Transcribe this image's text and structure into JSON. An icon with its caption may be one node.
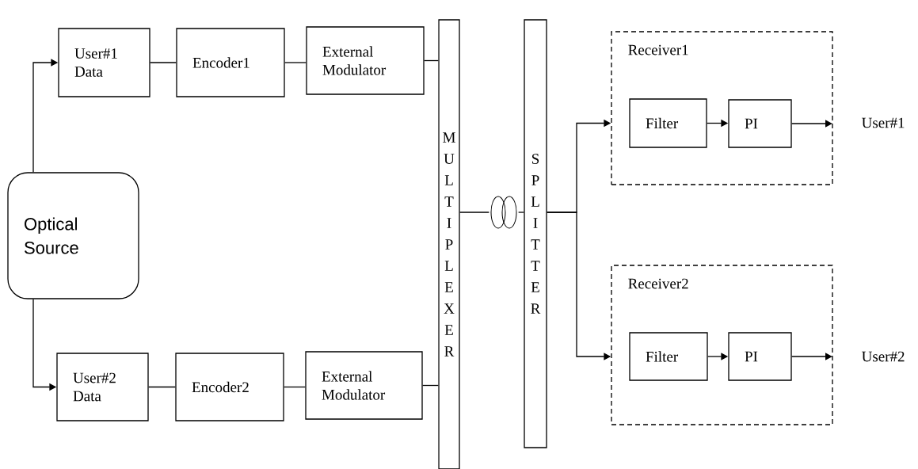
{
  "diagram": {
    "nodes": [
      {
        "text": [
          "Optical Source"
        ]
      },
      {
        "text": [
          "User#1 Data"
        ]
      },
      {
        "text": [
          "Encoder1"
        ]
      },
      {
        "text": [
          "External Modulator"
        ]
      },
      {
        "text": [
          "User#2 Data"
        ]
      },
      {
        "text": [
          "Encoder2"
        ]
      },
      {
        "text": [
          "External Modulator"
        ]
      },
      {
        "text": [
          "M U L T I P L E X E R"
        ]
      },
      {
        "text": [],
        "shape": "coil"
      },
      {
        "text": [
          "S P L I T T E R"
        ]
      },
      {
        "text": [
          "Receiver1"
        ]
      },
      {
        "text": [
          "Filter"
        ],
        "in": 10
      },
      {
        "text": [
          "PI"
        ],
        "in": 10
      },
      {
        "text": [
          "Receiver2"
        ]
      },
      {
        "text": [
          "Filter"
        ],
        "in": 13
      },
      {
        "text": [
          "PI"
        ],
        "in": 13
      },
      {
        "text": [
          "User#1"
        ]
      },
      {
        "text": [
          "User#2"
        ]
      }
    ],
    "edges": [
      {
        "from": 0,
        "to": 1,
        "arrow": "to"
      },
      {
        "from": 0,
        "to": 4,
        "arrow": "to"
      },
      {
        "from": 1,
        "to": 2,
        "arrow": "none"
      },
      {
        "from": 2,
        "to": 3,
        "arrow": "none"
      },
      {
        "from": 3,
        "to": 7,
        "arrow": "none"
      },
      {
        "from": 4,
        "to": 5,
        "arrow": "none"
      },
      {
        "from": 5,
        "to": 6,
        "arrow": "none"
      },
      {
        "from": 6,
        "to": 7,
        "arrow": "none"
      },
      {
        "from": 7,
        "to": 8,
        "arrow": "none"
      },
      {
        "from": 8,
        "to": 9,
        "arrow": "none"
      },
      {
        "from": 9,
        "to": 10,
        "arrow": "to"
      },
      {
        "from": 9,
        "to": 13,
        "arrow": "to"
      },
      {
        "from": 11,
        "to": 12,
        "arrow": "to"
      },
      {
        "from": 14,
        "to": 15,
        "arrow": "to"
      },
      {
        "from": 12,
        "to": 16,
        "arrow": "to"
      },
      {
        "from": 15,
        "to": 17,
        "arrow": "to"
      }
    ]
  }
}
